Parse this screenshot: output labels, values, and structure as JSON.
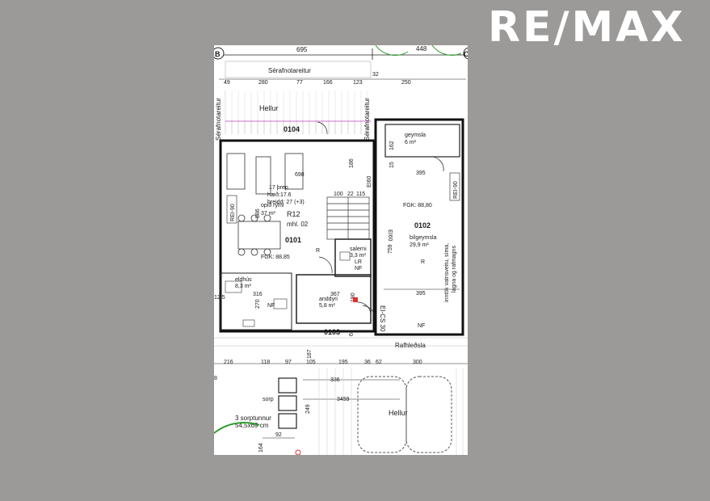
{
  "brand": {
    "logo_text": "RE/MAX"
  },
  "plan": {
    "grid_markers": [
      "B",
      "C"
    ],
    "top_dims": [
      "695",
      "448"
    ],
    "terrace_label": "Sérafnotareitur",
    "terrace_dims": [
      "49",
      "280",
      "77",
      "166",
      "123",
      "32",
      "250"
    ],
    "side_label": "Sérafnotareitur",
    "left_side_label": "Sérafnotareitur",
    "hellur_top": "Hellur",
    "unit_0104": "0104",
    "dim_698": "698",
    "dim_186": "186",
    "stairs_text_1": "17 þrep",
    "stairs_text_2": "hæð:17.6",
    "stairs_text_3": "breidd: 27 (+3)",
    "open_room_1": "opið rými",
    "open_room_2": "37 m²",
    "dims_100": "100",
    "dims_22": "22",
    "dims_115": "115",
    "ei60_a": "EI60",
    "ei60_b": "EI60",
    "rei90_a": "REI-90",
    "rei90_b": "REI-90",
    "dim_586": "586",
    "r12": "R12",
    "mhl": "mhl. 02",
    "unit_0101": "0101",
    "r_label": "R",
    "fgk_0101": "FGK: 88,85",
    "salerni_1": "salerni",
    "salerni_2": "3,3 m²",
    "lr": "LR",
    "nf": "NF",
    "eldhus_1": "eldhús",
    "eldhus_2": "8,3 m²",
    "dim_316": "316",
    "dim_270": "270",
    "dim_12_5": "12,5",
    "anddyri_1": "anddyri",
    "anddyri_2": "5,8 m²",
    "dim_367": "367",
    "dim_190": "190",
    "unit_0103": "0103",
    "dim_65": "65",
    "dim_187": "187",
    "geymsla_1": "geymsla",
    "geymsla_2": "6 m²",
    "dim_162": "162",
    "dim_15": "15",
    "dim_395_a": "395",
    "fgk_0102": "FGK: 88,80",
    "unit_0102": "0102",
    "bilgeymsla_1": "bílgeymsla",
    "bilgeymsla_2": "29,9 m²",
    "dim_759": "759",
    "vertical_note_1": "inntök vatnsveitu, síma,",
    "vertical_note_2": "lagna og rafmagns",
    "dim_395_b": "395",
    "ei_cs30": "EI-CS 30",
    "nf_garage": "NF",
    "rafhleosla": "Rafhleðsla",
    "bottom_dims": [
      "216",
      "118",
      "97",
      "105",
      "195",
      "36",
      "62",
      "300"
    ],
    "dim_336": "336",
    "dim_3459": "3459",
    "dim_249": "249",
    "sorp": "sorp",
    "sorptunnur_1": "3 sorptunnur",
    "sorptunnur_2": "54,5x69 cm",
    "dim_92": "92",
    "dim_164": "164",
    "hellur_bottom": "Hellur",
    "edge_8": "8"
  }
}
